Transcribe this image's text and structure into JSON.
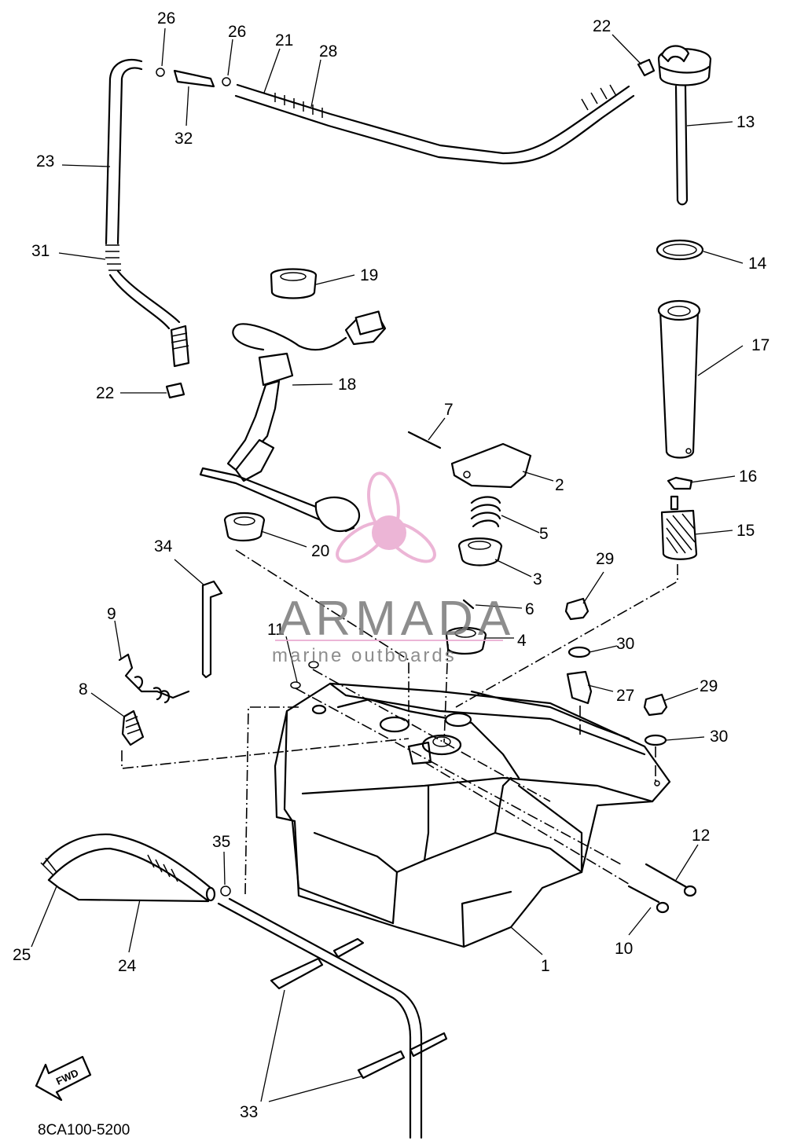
{
  "diagram": {
    "drawing_code": "8CA100-5200",
    "fwd_label": "FWD",
    "callouts": [
      "1",
      "2",
      "3",
      "4",
      "5",
      "6",
      "7",
      "8",
      "9",
      "10",
      "11",
      "12",
      "13",
      "14",
      "15",
      "16",
      "17",
      "18",
      "19",
      "20",
      "21",
      "22",
      "22",
      "23",
      "24",
      "25",
      "26",
      "26",
      "27",
      "28",
      "29",
      "29",
      "30",
      "30",
      "31",
      "32",
      "33",
      "34",
      "35"
    ]
  },
  "watermark": {
    "brand": "ARMADA",
    "tagline": "marine outboards",
    "color": "#e9a9cf",
    "icon": "propeller-icon"
  }
}
